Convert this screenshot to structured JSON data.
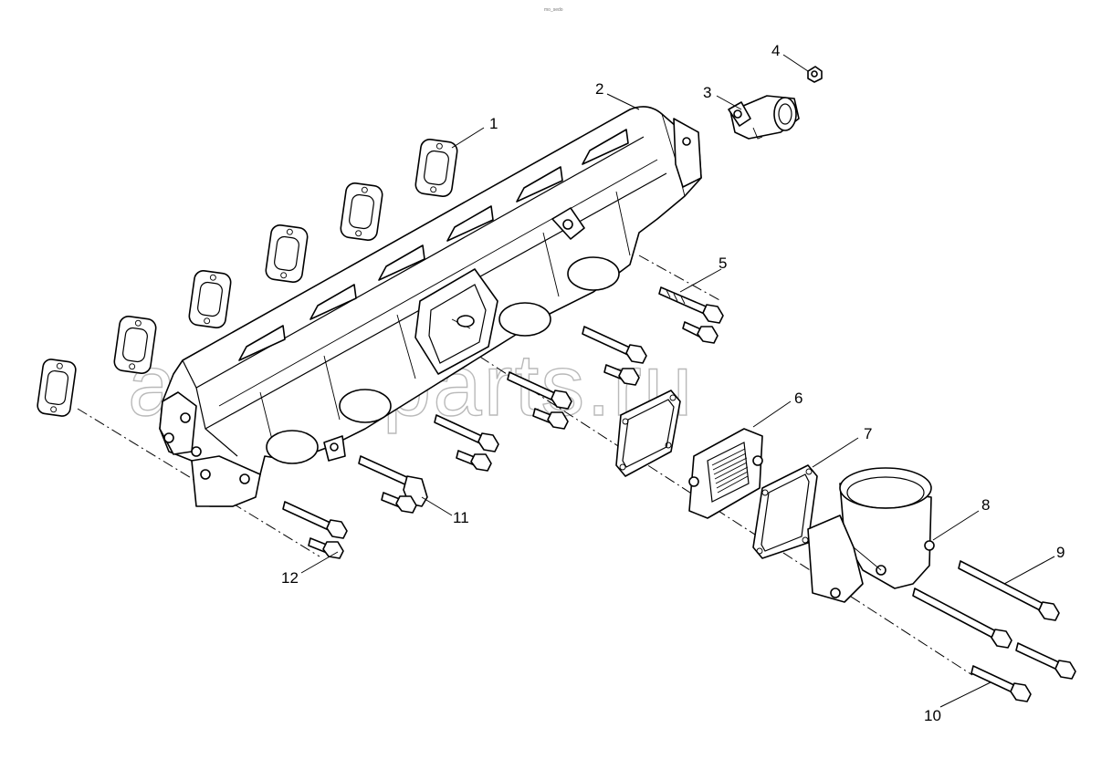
{
  "header": {
    "tiny_text": "mo_sedo"
  },
  "watermark": {
    "text": "ansat-parts.ru"
  },
  "callouts": [
    {
      "id": "1",
      "label": "1"
    },
    {
      "id": "2",
      "label": "2"
    },
    {
      "id": "3",
      "label": "3"
    },
    {
      "id": "4",
      "label": "4"
    },
    {
      "id": "5",
      "label": "5"
    },
    {
      "id": "6",
      "label": "6"
    },
    {
      "id": "7",
      "label": "7"
    },
    {
      "id": "8",
      "label": "8"
    },
    {
      "id": "9",
      "label": "9"
    },
    {
      "id": "10",
      "label": "10"
    },
    {
      "id": "11",
      "label": "11"
    },
    {
      "id": "12",
      "label": "12"
    }
  ]
}
